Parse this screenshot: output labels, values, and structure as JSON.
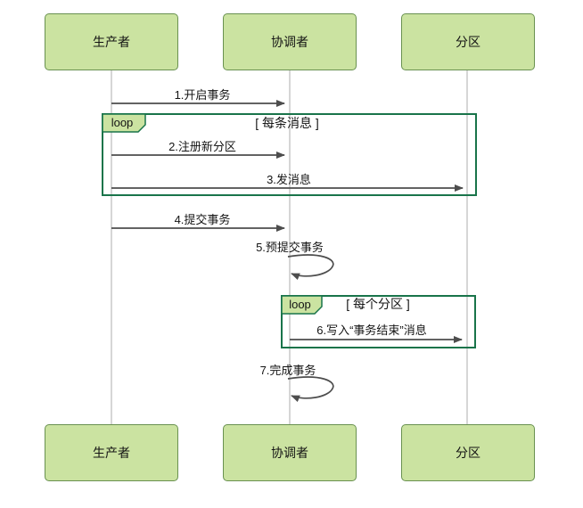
{
  "actors": [
    {
      "id": "producer",
      "label": "生产者"
    },
    {
      "id": "coordinator",
      "label": "协调者"
    },
    {
      "id": "partition",
      "label": "分区"
    }
  ],
  "messages": [
    {
      "num": 1,
      "label": "1.开启事务",
      "from": "producer",
      "to": "coordinator"
    },
    {
      "num": 2,
      "label": "2.注册新分区",
      "from": "producer",
      "to": "coordinator"
    },
    {
      "num": 3,
      "label": "3.发消息",
      "from": "producer",
      "to": "partition"
    },
    {
      "num": 4,
      "label": "4.提交事务",
      "from": "producer",
      "to": "coordinator"
    },
    {
      "num": 5,
      "label": "5.预提交事务",
      "from": "coordinator",
      "to": "coordinator",
      "self": true
    },
    {
      "num": 6,
      "label": "6.写入“事务结束”消息",
      "from": "coordinator",
      "to": "partition"
    },
    {
      "num": 7,
      "label": "7.完成事务",
      "from": "coordinator",
      "to": "coordinator",
      "self": true
    }
  ],
  "loops": [
    {
      "keyword": "loop",
      "guard": "[ 每条消息 ]"
    },
    {
      "keyword": "loop",
      "guard": "[ 每个分区 ]"
    }
  ],
  "colors": {
    "actor_fill": "#cbe3a1",
    "actor_border": "#699150",
    "loop_border": "#19744a",
    "arrow": "#4d4d4d",
    "lifeline": "#d6d6d6",
    "text": "#141414",
    "background": "#ffffff"
  }
}
